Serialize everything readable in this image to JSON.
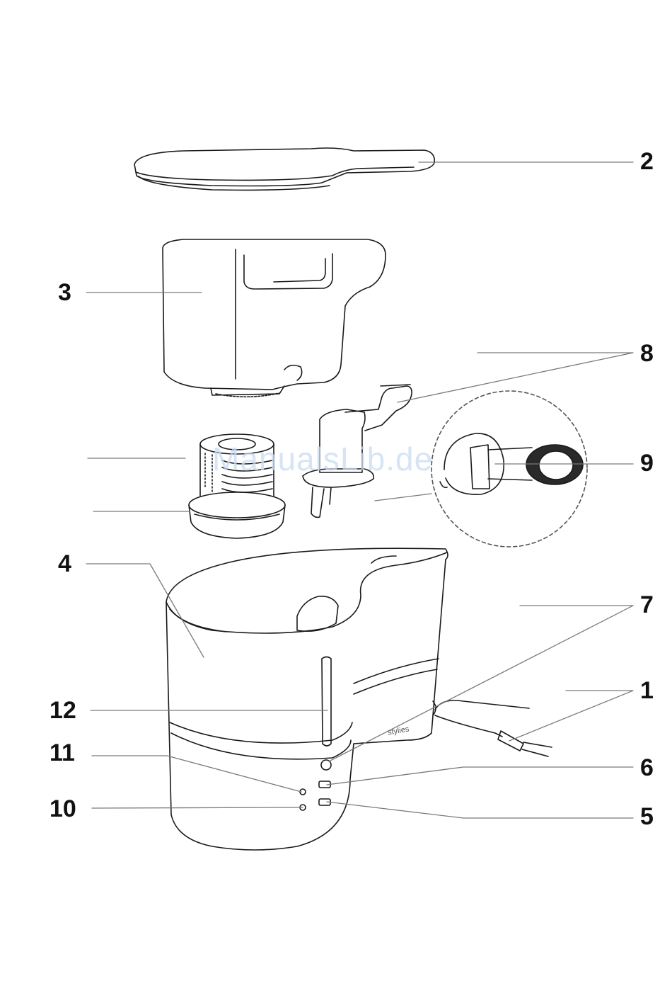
{
  "callouts": {
    "c1": "1",
    "c2": "2",
    "c3": "3",
    "c4": "4",
    "c5": "5",
    "c6": "6",
    "c7": "7",
    "c8": "8",
    "c9": "9",
    "c10": "10",
    "c11": "11",
    "c12": "12"
  },
  "watermark": "ManualsLib.de",
  "brand": "stylies",
  "colors": {
    "line": "#1a1a1a",
    "leader": "#7a7a7a",
    "watermark": "#c9dbf2"
  }
}
